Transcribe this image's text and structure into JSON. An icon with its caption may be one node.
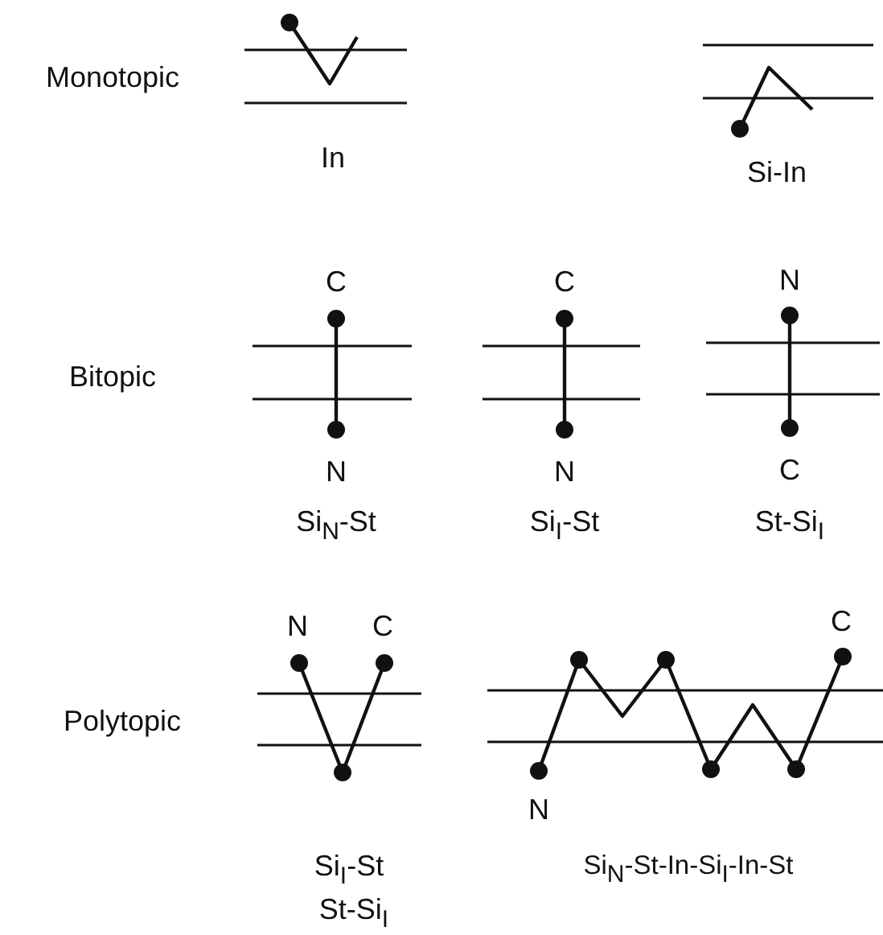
{
  "diagram": {
    "labels": [
      "Monotopic",
      "In",
      "Si-In",
      "C",
      "C",
      "N",
      "Bitopic",
      "N",
      "N",
      "C",
      "Si$_{N}$-St",
      "Si$_{I}$-St",
      "St-Si$_{I}$",
      "N",
      "C",
      "C",
      "Polytopic",
      "N",
      "Si$_{I}$-St",
      "Si$_{N}$-St-In-Si$_{I}$-In-St",
      "St-Si$_{I}$"
    ]
  }
}
